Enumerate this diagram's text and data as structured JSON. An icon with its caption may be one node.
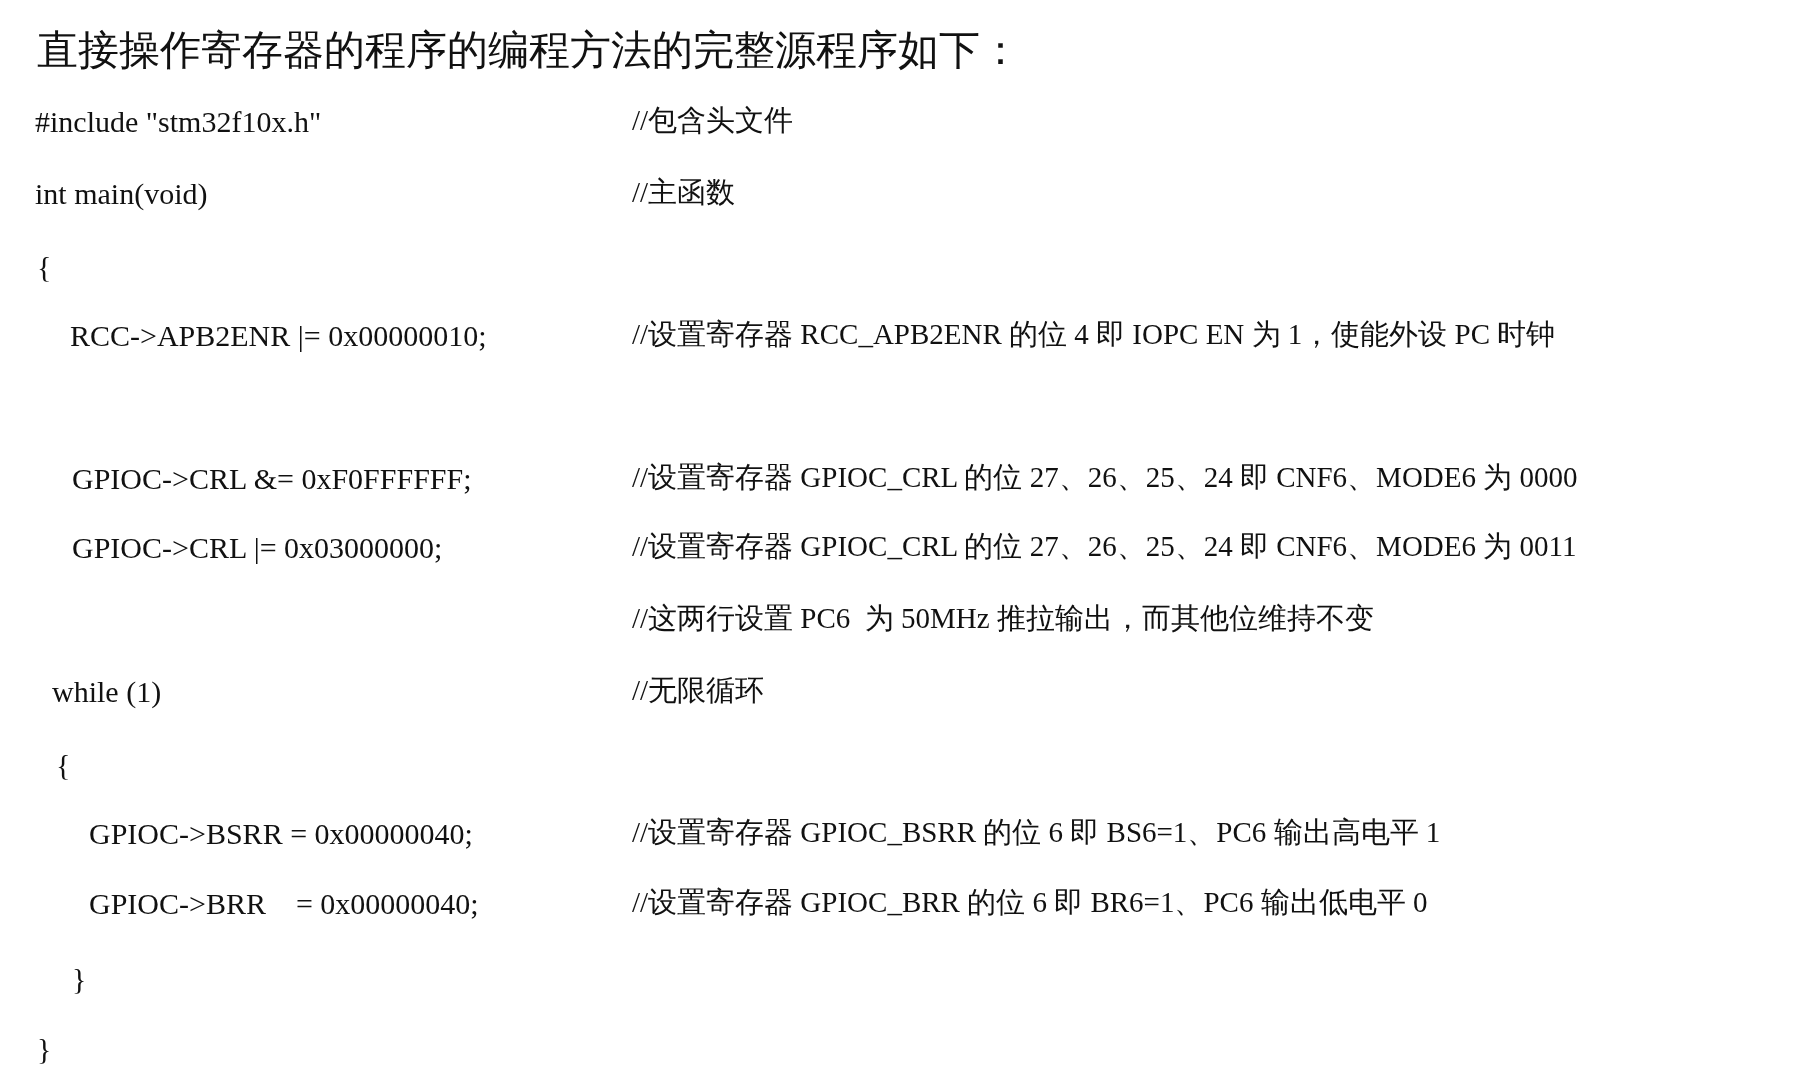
{
  "diagram": {
    "title": "直接操作寄存器的程序的编程方法的完整源程序如下：",
    "labels": [
      "#include \"stm32f10x.h\"",
      "//包含头文件",
      "int main(void)",
      "//主函数",
      "{",
      "RCC->APB2ENR |= 0x00000010;",
      "//设置寄存器 RCC_APB2ENR 的位 4 即 IOPC EN 为 1，使能外设 PC 时钟",
      "GPIOC->CRL &= 0xF0FFFFFF;",
      "//设置寄存器 GPIOC_CRL 的位 27、26、25、24 即 CNF6、MODE6 为 0000",
      "GPIOC->CRL |= 0x03000000;",
      "//设置寄存器 GPIOC_CRL 的位 27、26、25、24 即 CNF6、MODE6 为 0011",
      "//这两行设置 PC6  为 50MHz 推拉输出，而其他位维持不变",
      "while (1)",
      "//无限循环",
      "{",
      "GPIOC->BSRR = 0x00000040;",
      "//设置寄存器 GPIOC_BSRR 的位 6 即 BS6=1、PC6 输出高电平 1",
      "GPIOC->BRR    = 0x00000040;",
      "//设置寄存器 GPIOC_BRR 的位 6 即 BR6=1、PC6 输出低电平 0",
      "}",
      "}"
    ]
  }
}
